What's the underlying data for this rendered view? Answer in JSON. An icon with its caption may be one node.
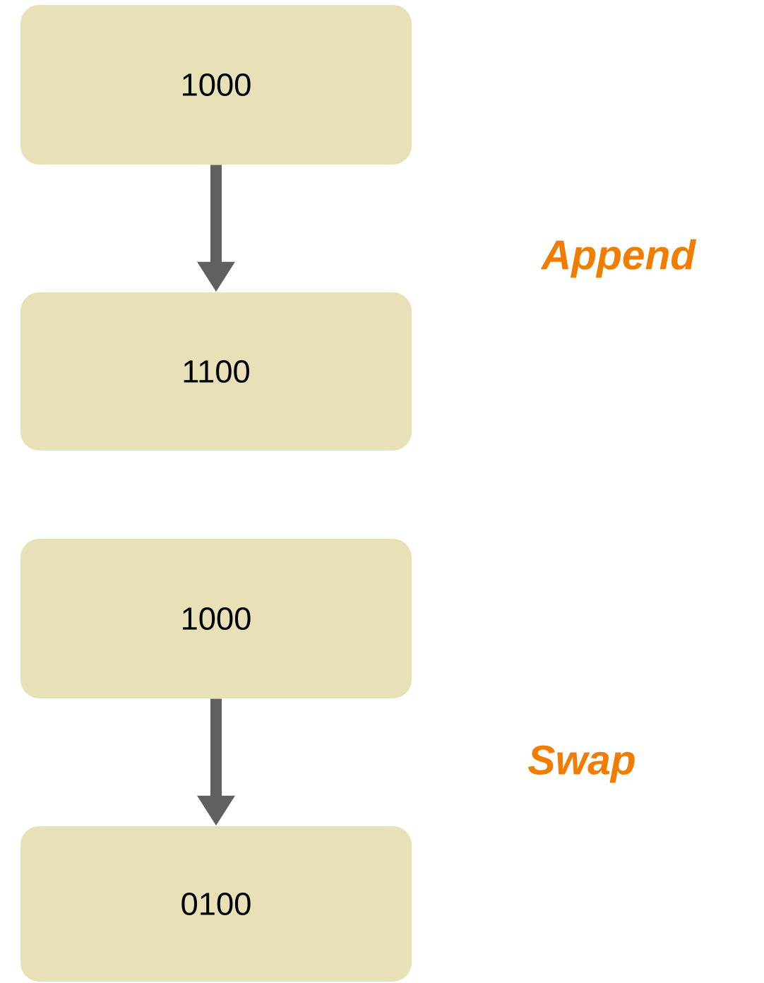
{
  "diagram": {
    "nodes": [
      {
        "text": [
          "1000"
        ]
      },
      {
        "text": [
          "1100"
        ]
      },
      {
        "text": [
          "1000"
        ]
      },
      {
        "text": [
          "0100"
        ]
      }
    ],
    "edges": [
      {
        "from": 0,
        "to": 1,
        "arrow": "to"
      },
      {
        "from": 2,
        "to": 3,
        "arrow": "to"
      }
    ],
    "labels": [
      "Append",
      "Swap"
    ]
  }
}
